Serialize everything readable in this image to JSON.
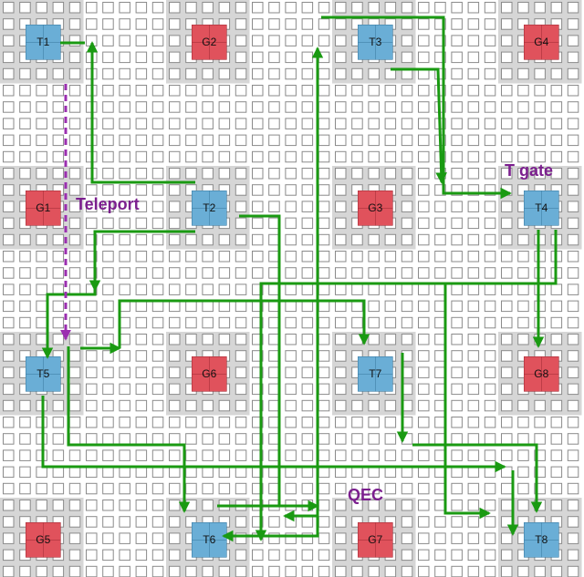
{
  "blocks": [
    {
      "id": "T1",
      "type": "t",
      "col": 0,
      "row": 0
    },
    {
      "id": "G2",
      "type": "g",
      "col": 1,
      "row": 0
    },
    {
      "id": "T3",
      "type": "t",
      "col": 2,
      "row": 0
    },
    {
      "id": "G4",
      "type": "g",
      "col": 3,
      "row": 0
    },
    {
      "id": "G1",
      "type": "g",
      "col": 0,
      "row": 1
    },
    {
      "id": "T2",
      "type": "t",
      "col": 1,
      "row": 1
    },
    {
      "id": "G3",
      "type": "g",
      "col": 2,
      "row": 1
    },
    {
      "id": "T4",
      "type": "t",
      "col": 3,
      "row": 1
    },
    {
      "id": "T5",
      "type": "t",
      "col": 0,
      "row": 2
    },
    {
      "id": "G6",
      "type": "g",
      "col": 1,
      "row": 2
    },
    {
      "id": "T7",
      "type": "t",
      "col": 2,
      "row": 2
    },
    {
      "id": "G8",
      "type": "g",
      "col": 3,
      "row": 2
    },
    {
      "id": "G5",
      "type": "g",
      "col": 0,
      "row": 3
    },
    {
      "id": "T6",
      "type": "t",
      "col": 1,
      "row": 3
    },
    {
      "id": "G7",
      "type": "g",
      "col": 2,
      "row": 3
    },
    {
      "id": "T8",
      "type": "t",
      "col": 3,
      "row": 3
    }
  ],
  "annotations": {
    "teleport": "Teleport",
    "t_gate": "T gate",
    "qec": "QEC"
  },
  "colors": {
    "t_block": "#6aaed6",
    "g_block": "#e0525c",
    "route": "#1a9a12",
    "teleport": "#9b2fb0",
    "annotation": "#7b1f8e"
  }
}
